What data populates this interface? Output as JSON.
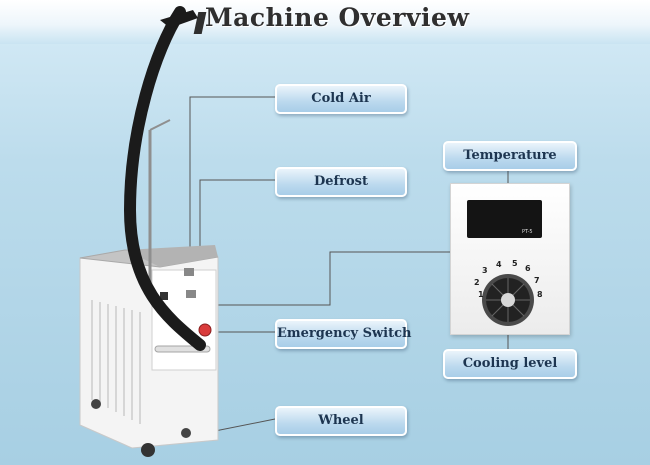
{
  "title": "Machine Overview",
  "labels": {
    "cold_air": "Cold Air",
    "defrost": "Defrost",
    "temperature": "Temperature",
    "emergency_switch": "Emergency Switch",
    "cooling_level": "Cooling level",
    "wheel": "Wheel"
  },
  "display_text": "PT-5",
  "dial_numbers": [
    "1",
    "2",
    "3",
    "4",
    "5",
    "6",
    "7",
    "8"
  ],
  "colors": {
    "label_text": "#1d3550",
    "leader_line": "#555555",
    "machine_body": "#f2f2f2",
    "machine_top": "#b9b9b9",
    "hose": "#1b1b1b",
    "emergency_button": "#d93b3b"
  }
}
